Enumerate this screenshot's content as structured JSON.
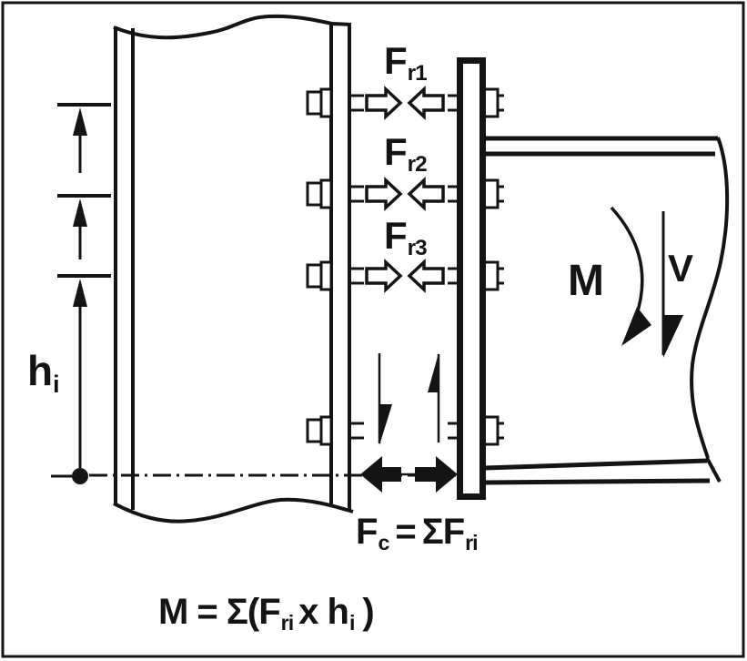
{
  "diagram": {
    "description": "Bolted end-plate beam-to-column moment connection: bolt row forces, moment and shear",
    "colors": {
      "ink": "#141414",
      "paper": "#ffffff"
    },
    "force_labels": [
      {
        "main": "F",
        "sub": "r1"
      },
      {
        "main": "F",
        "sub": "r2"
      },
      {
        "main": "F",
        "sub": "r3"
      }
    ],
    "dimension_label": {
      "main": "h",
      "sub": "i"
    },
    "moment_label": "M",
    "shear_label": "V",
    "fc_formula": {
      "f": "F",
      "c_sub": "c",
      "equals": "=",
      "sigma_f": "ΣF",
      "ri_sub": "ri"
    },
    "m_formula": {
      "lhs": "M = Σ(F",
      "sub1": "ri",
      "mid": "x h",
      "sub2": "i",
      "close": ")"
    }
  }
}
